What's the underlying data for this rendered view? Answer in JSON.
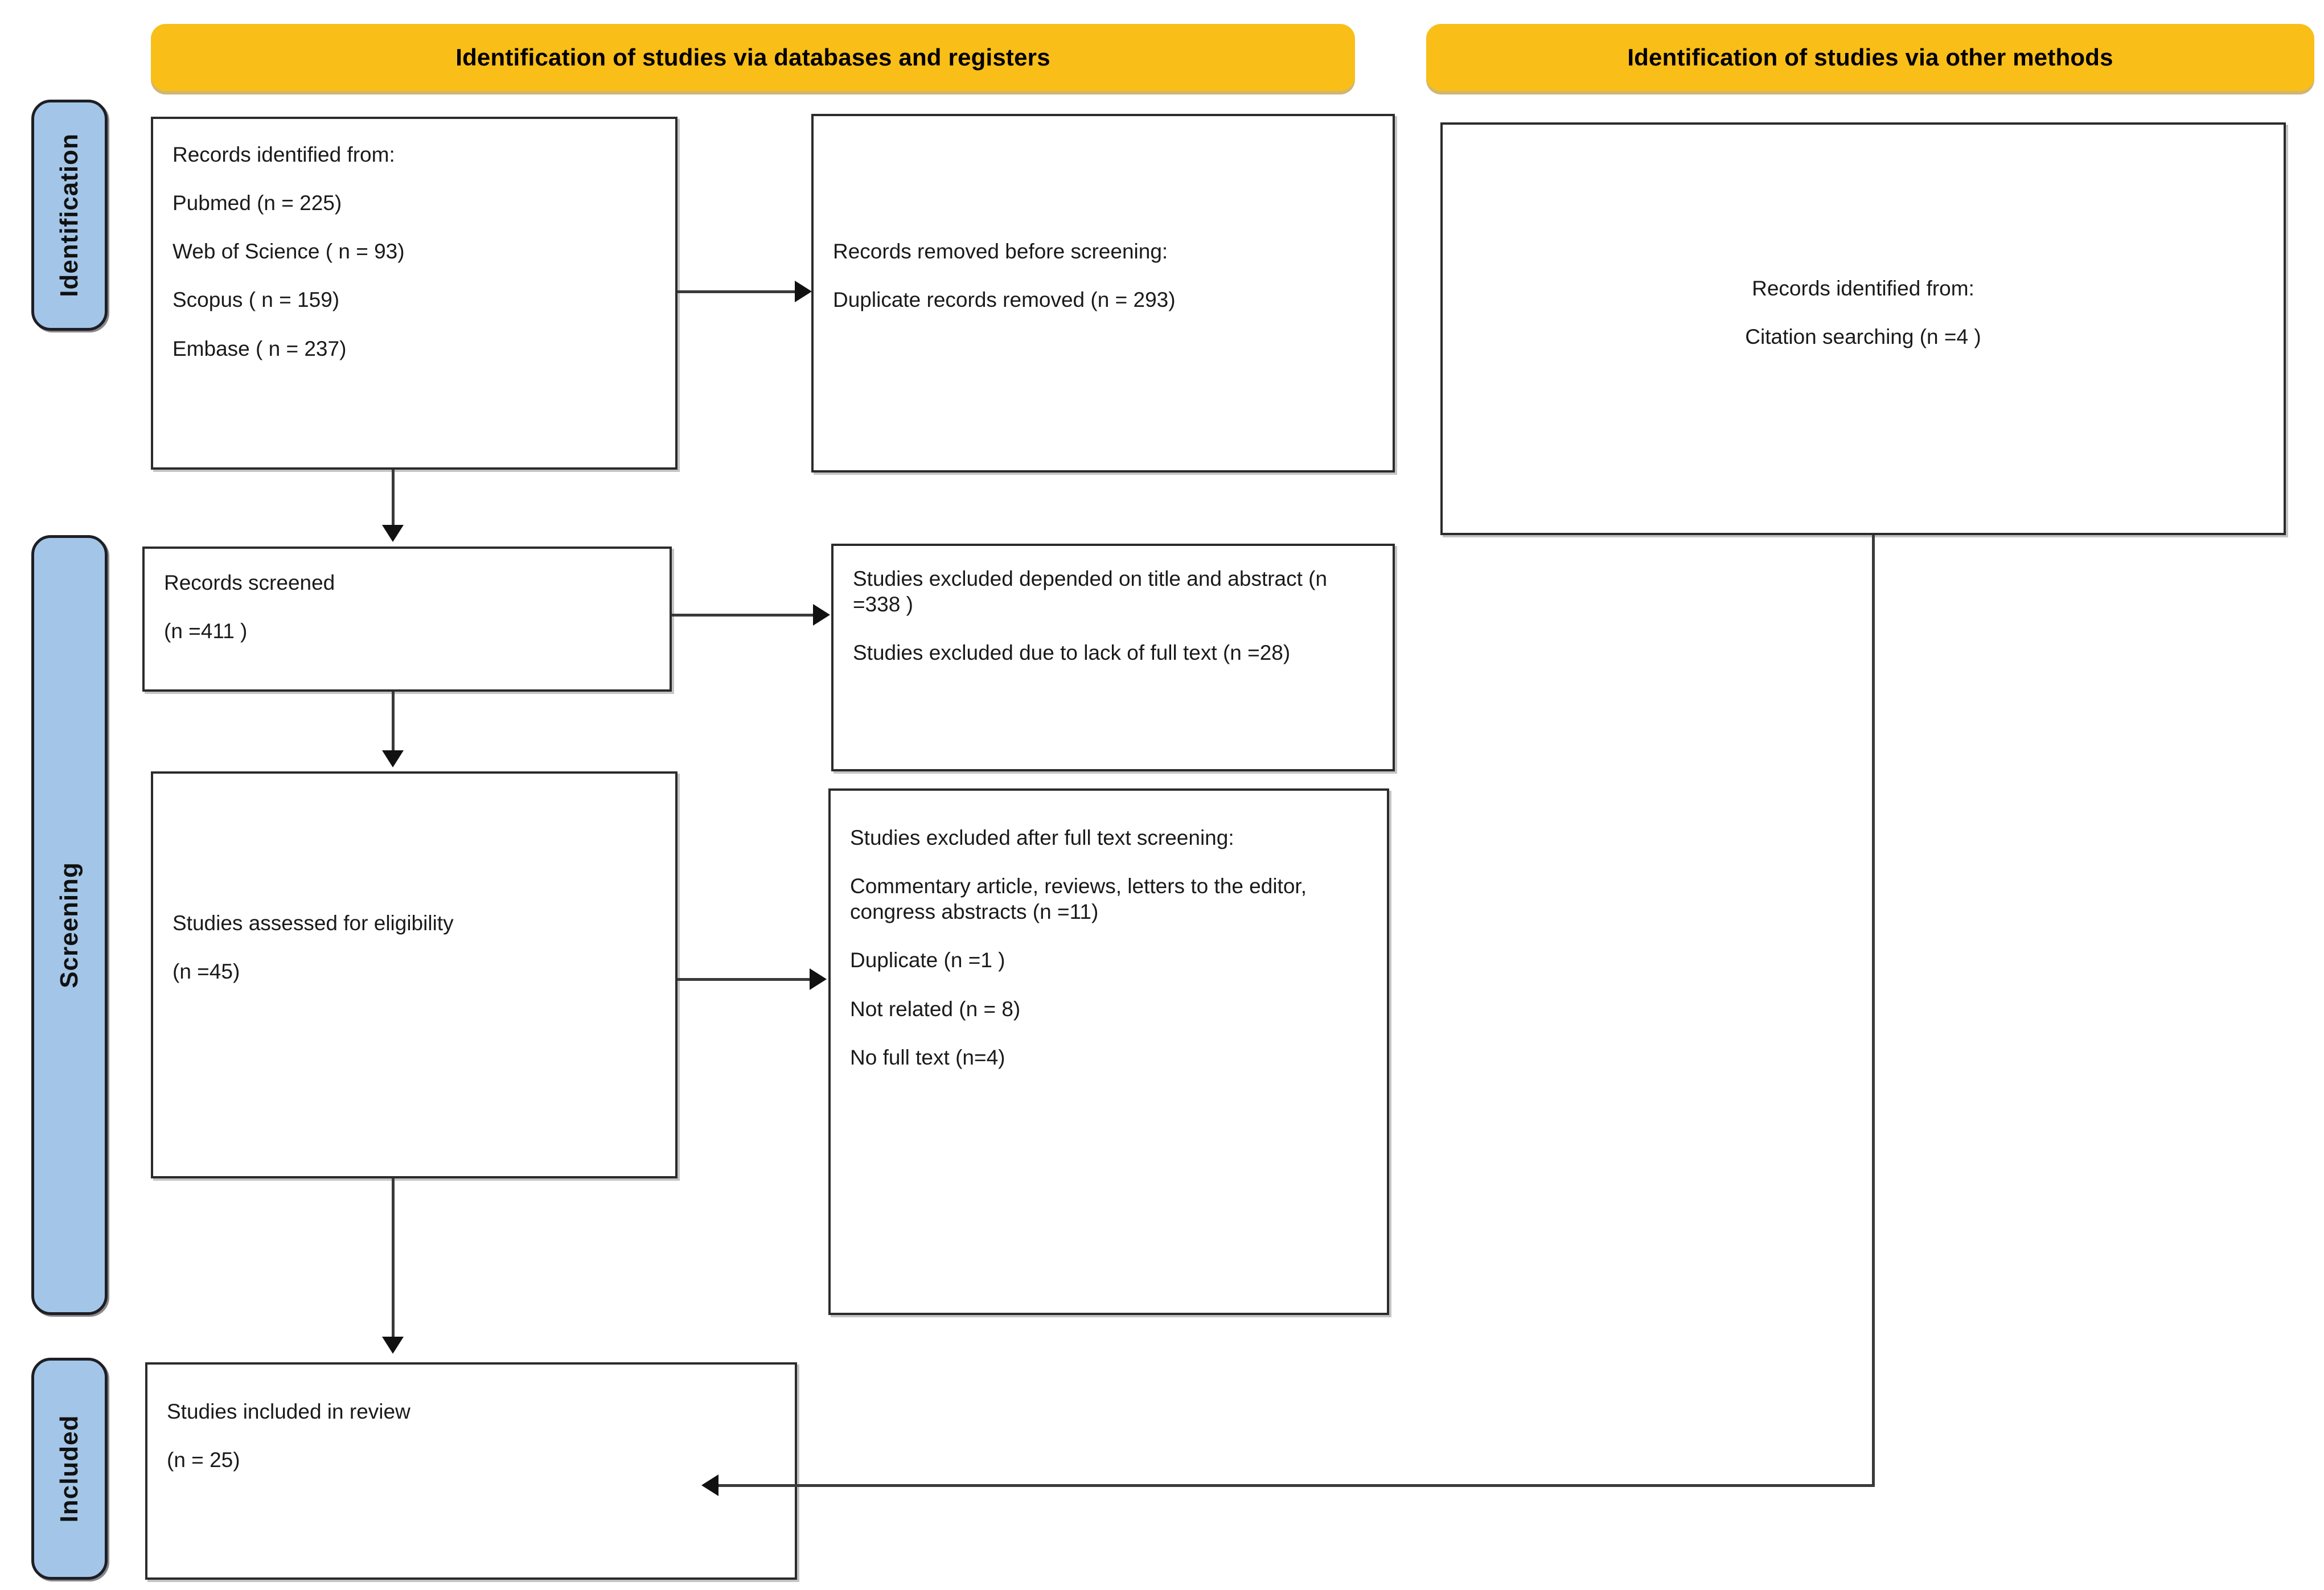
{
  "diagram": {
    "title": "PRISMA 2020 flow diagram",
    "colors": {
      "banner": "#F9BE18",
      "sidebar": "#A3C6E8",
      "box_border": "#2b2b2b",
      "connector": "#3a3a3a",
      "text": "#1a1a1a"
    }
  },
  "banners": {
    "databases": "Identification of studies via databases and registers",
    "other_methods": "Identification of studies via other methods"
  },
  "sidebar": {
    "identification": "Identification",
    "screening": "Screening",
    "included": "Included"
  },
  "boxes": {
    "records_identified": {
      "lines": [
        "Records identified from:",
        "Pubmed (n = 225)",
        "Web of Science ( n = 93)",
        "Scopus ( n = 159)",
        "Embase ( n = 237)"
      ]
    },
    "records_removed": {
      "lines": [
        "Records removed before screening:",
        "Duplicate records removed  (n = 293)"
      ]
    },
    "other_identified": {
      "lines": [
        "Records identified from:",
        "Citation searching (n =4 )"
      ]
    },
    "records_screened": {
      "lines": [
        "Records screened",
        "(n =411 )"
      ]
    },
    "excluded_title_abstract": {
      "lines": [
        "Studies excluded depended on title and abstract (n =338 )",
        "Studies excluded due to lack of full text (n =28)"
      ]
    },
    "assessed_eligibility": {
      "lines": [
        "Studies assessed for eligibility",
        "(n =45)"
      ]
    },
    "excluded_full_text": {
      "lines": [
        "Studies excluded after full text screening:",
        "Commentary article, reviews, letters to the editor, congress abstracts (n =11)",
        "Duplicate (n =1 )",
        "Not related (n = 8)",
        "No full text (n=4)"
      ]
    },
    "studies_included": {
      "lines": [
        "Studies included in review",
        "(n = 25)"
      ]
    }
  },
  "chart_data": {
    "type": "flowchart",
    "title": "PRISMA 2020 flow diagram",
    "stages": [
      "Identification",
      "Screening",
      "Included"
    ],
    "nodes": [
      {
        "id": "records_identified",
        "stage": "Identification",
        "branch": "databases",
        "label": "Records identified from",
        "items": [
          {
            "source": "Pubmed",
            "n": 225
          },
          {
            "source": "Web of Science",
            "n": 93
          },
          {
            "source": "Scopus",
            "n": 159
          },
          {
            "source": "Embase",
            "n": 237
          }
        ]
      },
      {
        "id": "records_removed",
        "stage": "Identification",
        "branch": "databases",
        "label": "Records removed before screening",
        "items": [
          {
            "reason": "Duplicate records removed",
            "n": 293
          }
        ]
      },
      {
        "id": "other_identified",
        "stage": "Identification",
        "branch": "other_methods",
        "label": "Records identified from",
        "items": [
          {
            "source": "Citation searching",
            "n": 4
          }
        ]
      },
      {
        "id": "records_screened",
        "stage": "Screening",
        "branch": "databases",
        "label": "Records screened",
        "n": 411
      },
      {
        "id": "excluded_title_abstract",
        "stage": "Screening",
        "branch": "databases",
        "label": "Studies excluded",
        "items": [
          {
            "reason": "Excluded depended on title and abstract",
            "n": 338
          },
          {
            "reason": "Excluded due to lack of full text",
            "n": 28
          }
        ]
      },
      {
        "id": "assessed_eligibility",
        "stage": "Screening",
        "branch": "databases",
        "label": "Studies assessed for eligibility",
        "n": 45
      },
      {
        "id": "excluded_full_text",
        "stage": "Screening",
        "branch": "databases",
        "label": "Studies excluded after full text screening",
        "items": [
          {
            "reason": "Commentary article, reviews, letters to the editor, congress abstracts",
            "n": 11
          },
          {
            "reason": "Duplicate",
            "n": 1
          },
          {
            "reason": "Not related",
            "n": 8
          },
          {
            "reason": "No full text",
            "n": 4
          }
        ]
      },
      {
        "id": "studies_included",
        "stage": "Included",
        "branch": "merged",
        "label": "Studies included in review",
        "n": 25
      }
    ],
    "edges": [
      {
        "from": "records_identified",
        "to": "records_removed",
        "dir": "right"
      },
      {
        "from": "records_identified",
        "to": "records_screened",
        "dir": "down"
      },
      {
        "from": "records_screened",
        "to": "excluded_title_abstract",
        "dir": "right"
      },
      {
        "from": "records_screened",
        "to": "assessed_eligibility",
        "dir": "down"
      },
      {
        "from": "assessed_eligibility",
        "to": "excluded_full_text",
        "dir": "right"
      },
      {
        "from": "assessed_eligibility",
        "to": "studies_included",
        "dir": "down"
      },
      {
        "from": "other_identified",
        "to": "studies_included",
        "dir": "down-left"
      }
    ]
  }
}
